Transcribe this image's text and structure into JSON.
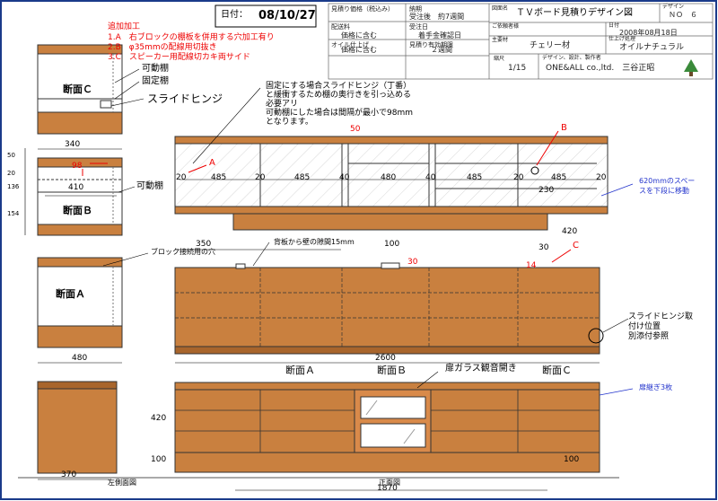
{
  "date": {
    "label": "日付：",
    "value": "08/10/27"
  },
  "additional_work": {
    "title": "追加加工",
    "items": [
      "1.A　右ブロックの棚板を併用する穴加工有り",
      "2.B　φ35mmの配線用切抜き",
      "3.C　スピーカー用配線切カキ両サイド"
    ]
  },
  "title_block": {
    "price_label": "見積り価格（税込み）",
    "shipping_label": "配送料",
    "shipping_value": "価格に含む",
    "oil_label": "オイル仕上げ",
    "oil_value": "価格に含む",
    "delivery_label": "納期",
    "delivery_value": "受注後　約7週間",
    "payment_label": "受注日",
    "payment_value": "着手金確認日",
    "validity_label": "見積り有効期限",
    "validity_value": "２週間",
    "drawing_name_label": "図面名",
    "drawing_name": "ＴＶボード見積りデザイン図",
    "design_no_label": "デザイン",
    "design_no": "ＮＯ　６",
    "customer_label": "ご依頼者様",
    "date_label": "日付",
    "date_value": "2008年08月18日",
    "material_label": "主要材",
    "material_value": "チェリー材",
    "finish_label": "仕上げ処理",
    "finish_value": "オイルナチュラル",
    "scale_label": "縮尺",
    "scale_value": "1/15",
    "maker_label": "デザイン、設計、製作者",
    "maker_value": "ONE&ALL co.,ltd.　三谷正昭"
  },
  "section_labels": {
    "c": "断面Ｃ",
    "b": "断面Ｂ",
    "a": "断面Ａ",
    "movable_shelf": "可動棚",
    "fixed_shelf": "固定棚",
    "slide_hinge": "スライドヒンジ",
    "movable_shelf_b": "可動棚",
    "block_holes": "ブロック接続用の穴"
  },
  "notes": {
    "hinge_note": [
      "固定にする場合スライドヒンジ（丁番）",
      "と緩衝するため棚の奥行きを引っ込める",
      "必要アリ",
      "可動棚にした場合は間隔が最小で98mm",
      "となります。"
    ],
    "back_gap": "背板から壁の隙間15mm",
    "space_move": [
      "620mmのスペー",
      "スを下段に移動"
    ],
    "hinge_pos": [
      "スライドヒンジ取",
      "付け位置",
      "別添付参照"
    ],
    "glass_door": "扉ガラス観音開き",
    "drawer_grain": "扉継ぎ3枚",
    "side_view": "左側面図",
    "front_view": "正面図"
  },
  "markers": {
    "a": "A",
    "b": "B",
    "c": "C"
  },
  "dims": {
    "d340": "340",
    "d98": "98",
    "d410": "410",
    "d480": "480",
    "d370": "370",
    "d50": "50",
    "d20": "20",
    "d136": "136",
    "d154": "154",
    "d485": "485",
    "d480b": "480",
    "d40": "40",
    "d230": "230",
    "d420w": "420",
    "d350": "350",
    "d100": "100",
    "d30": "30",
    "d14": "14",
    "d2600": "2600",
    "d420": "420",
    "d100b": "100",
    "d1870": "1870"
  },
  "front_labels": {
    "a": "断面Ａ",
    "b": "断面Ｂ",
    "c": "断面Ｃ"
  },
  "colors": {
    "wood": "#c9803f",
    "wood_dark": "#a8652c",
    "red": "#ee0000",
    "blue": "#2233cc",
    "frame": "#1a3a8a"
  }
}
